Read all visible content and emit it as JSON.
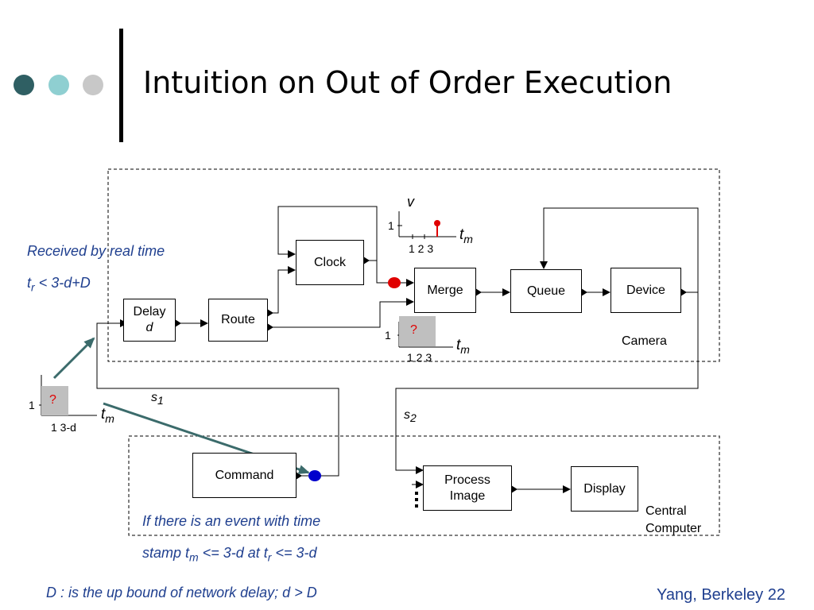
{
  "slide": {
    "title": "Intuition on Out of Order Execution",
    "footer": "Yang, Berkeley 22"
  },
  "colors": {
    "dot1": "#2f5f63",
    "dot2": "#8fcfd1",
    "dot3": "#c8c8c8",
    "annotation": "#1f3f8f",
    "arrow": "#3b6b6b",
    "red_event": "#e00000",
    "blue_event": "#0000cc"
  },
  "camera": {
    "label": "Camera",
    "blocks": {
      "delay_line1": "Delay",
      "delay_line2": "d",
      "route": "Route",
      "clock": "Clock",
      "merge": "Merge",
      "queue": "Queue",
      "device": "Device"
    }
  },
  "central": {
    "label_line1": "Central",
    "label_line2": "Computer",
    "blocks": {
      "command": "Command",
      "process_line1": "Process",
      "process_line2": "Image",
      "display": "Display"
    }
  },
  "signals": {
    "s1": "s",
    "s1_sub": "1",
    "s2": "s",
    "s2_sub": "2"
  },
  "plots": {
    "clock_plot": {
      "v": "v",
      "one": "1",
      "ticks": "1 2  3",
      "axis": "t",
      "axis_sub": "m"
    },
    "merge_plot": {
      "one": "1",
      "q": "?",
      "ticks": "1 2  3",
      "axis": "t",
      "axis_sub": "m"
    },
    "left_plot": {
      "one": "1",
      "q": "?",
      "ticks": "1  3-d",
      "axis": "t",
      "axis_sub": "m"
    }
  },
  "notes": {
    "received": "Received by real time",
    "tr_t": "t",
    "tr_sub": "r",
    "tr_rest": " < 3-d+D",
    "event_line1": "If there is an event with time",
    "event_line2_a": "stamp t",
    "event_line2_sub1": "m",
    "event_line2_b": " <= 3-d at t",
    "event_line2_sub2": "r",
    "event_line2_c": " <= 3-d",
    "bound": "D : is the up bound of network delay; d > D"
  }
}
